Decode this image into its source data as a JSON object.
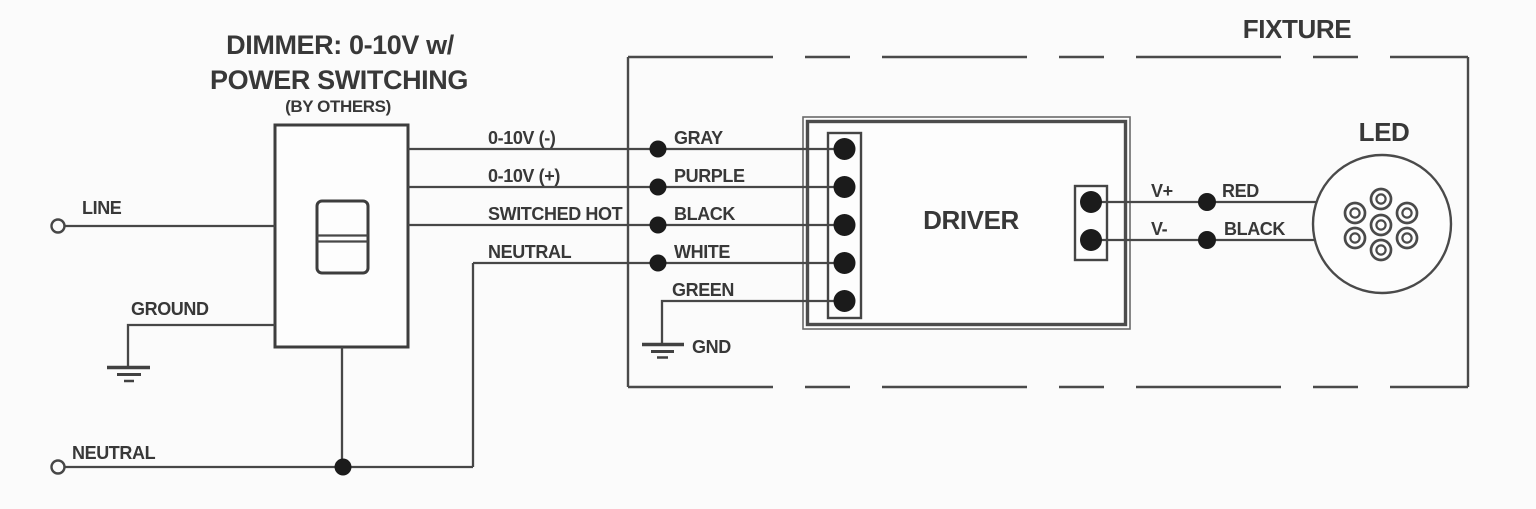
{
  "colors": {
    "ink": "#474747",
    "dot": "#1b1b1b",
    "text": "#383838",
    "background": "#fbfbfb",
    "box_fill": "#fdfdfd"
  },
  "dimmer": {
    "title_line1": "DIMMER: 0-10V w/",
    "title_line2": "POWER SWITCHING",
    "title_line3": "(BY OTHERS)",
    "line_label": "LINE",
    "ground_label": "GROUND",
    "neutral_label": "NEUTRAL"
  },
  "supply_wires": [
    {
      "function": "0-10V (-)",
      "color": "GRAY"
    },
    {
      "function": "0-10V (+)",
      "color": "PURPLE"
    },
    {
      "function": "SWITCHED HOT",
      "color": "BLACK"
    },
    {
      "function": "NEUTRAL",
      "color": "WHITE"
    },
    {
      "color": "GREEN"
    }
  ],
  "driver": {
    "label": "DRIVER",
    "gnd_label": "GND"
  },
  "fixture": {
    "label": "FIXTURE",
    "led_label": "LED"
  },
  "output_wires": [
    {
      "terminal": "V+",
      "color": "RED"
    },
    {
      "terminal": "V-",
      "color": "BLACK"
    }
  ]
}
